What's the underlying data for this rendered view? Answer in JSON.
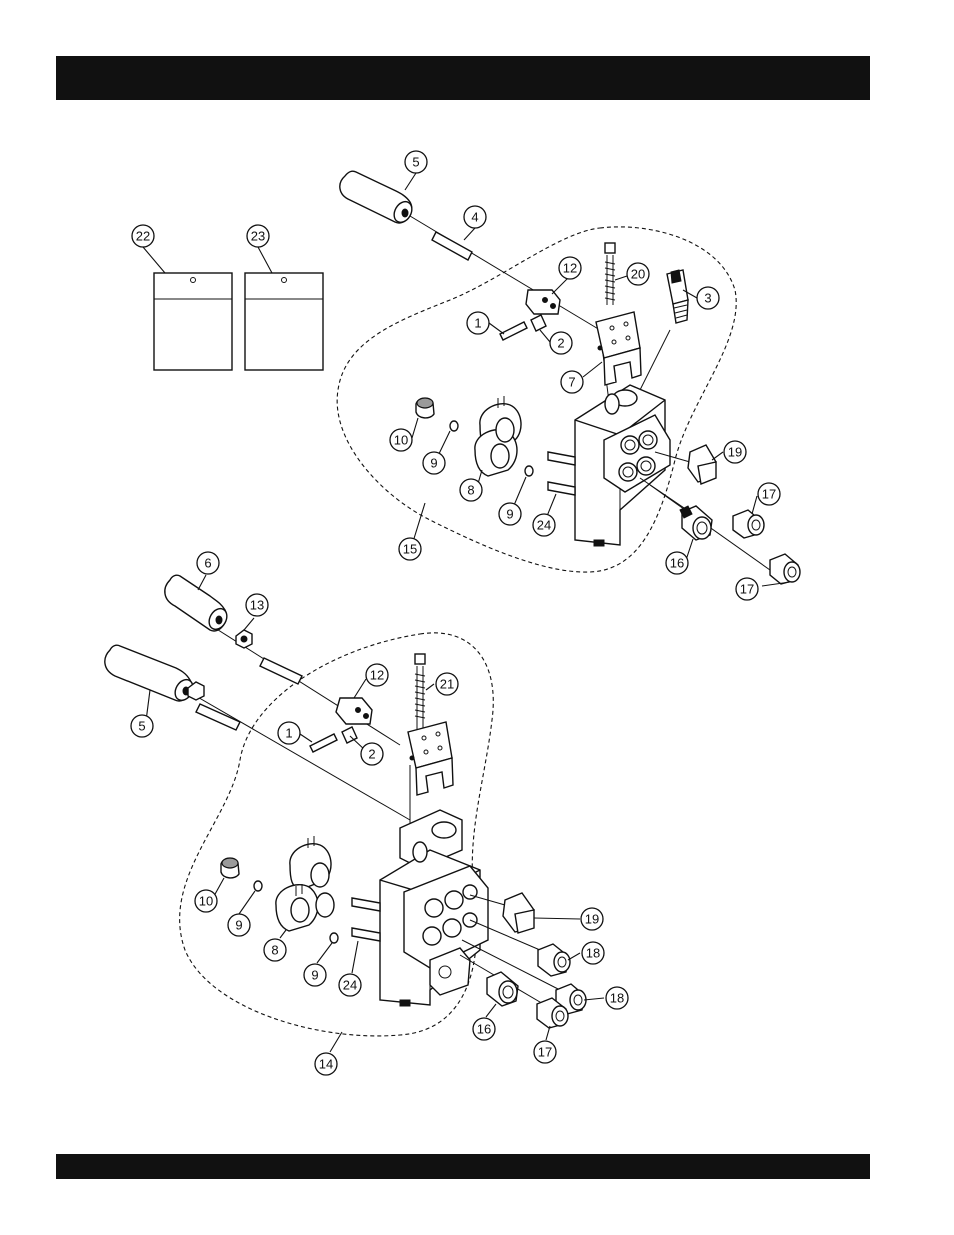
{
  "header": {
    "title": ""
  },
  "footer": {
    "text": ""
  },
  "callouts": {
    "top": {
      "c5": "5",
      "c4": "4",
      "c22": "22",
      "c23": "23",
      "c12": "12",
      "c20": "20",
      "c3": "3",
      "c1": "1",
      "c2": "2",
      "c7": "7",
      "c10": "10",
      "c9a": "9",
      "c8": "8",
      "c9b": "9",
      "c24": "24",
      "c19": "19",
      "c17a": "17",
      "c15": "15",
      "c16": "16",
      "c17b": "17"
    },
    "bottom": {
      "c6": "6",
      "c13": "13",
      "c12": "12",
      "c21": "21",
      "c5": "5",
      "c1": "1",
      "c2": "2",
      "c10": "10",
      "c9a": "9",
      "c8": "8",
      "c9b": "9",
      "c24": "24",
      "c19": "19",
      "c18a": "18",
      "c18b": "18",
      "c16": "16",
      "c17": "17",
      "c14": "14"
    }
  }
}
